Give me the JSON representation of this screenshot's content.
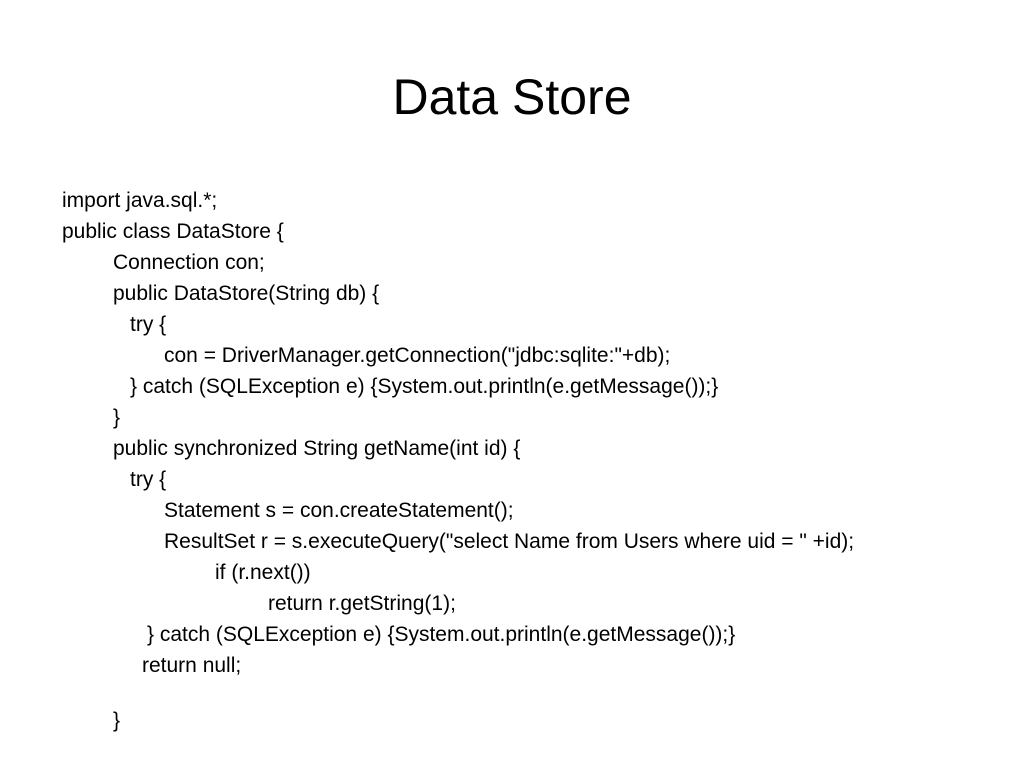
{
  "slide": {
    "title": "Data Store",
    "code_lines": [
      "import java.sql.*;",
      "public class DataStore {",
      "Connection con;",
      "public DataStore(String db) {",
      "try {",
      "con = DriverManager.getConnection(\"jdbc:sqlite:\"+db);",
      "} catch (SQLException e) {System.out.println(e.getMessage());}",
      "}",
      "public synchronized String getName(int id) {",
      "try {",
      "Statement s = con.createStatement();",
      "ResultSet r = s.executeQuery(\"select Name from Users where uid = \" +id);",
      "if (r.next())",
      "return r.getString(1);",
      "} catch (SQLException e) {System.out.println(e.getMessage());}",
      "return null;",
      "}"
    ]
  }
}
